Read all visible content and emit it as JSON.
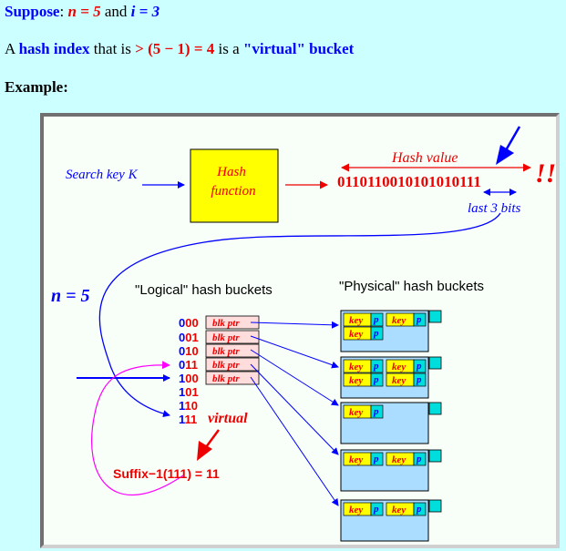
{
  "line1": {
    "suppose": "Suppose",
    "colon": ": ",
    "n_eq": "n = 5",
    "and": " and ",
    "i_eq": "i = 3"
  },
  "line2": {
    "a": "A ",
    "hash_index": "hash index",
    "that_is": " that is ",
    "condition": "> (5 − 1) = 4",
    "is_a": " is a ",
    "virtual_bucket": "\"virtual\" bucket"
  },
  "line3": {
    "example": "Example:"
  },
  "diagram": {
    "search_key": "Search key K",
    "hash_function_line1": "Hash",
    "hash_function_line2": "function",
    "hash_value_label": "Hash value",
    "hash_bits": "011011001010101011",
    "hash_bits_tail": "1",
    "exclaim": "!!",
    "last_bits_label": "last 3 bits",
    "n_label": "n = 5",
    "logical_title": "\"Logical\" hash buckets",
    "physical_title": "\"Physical\" hash buckets",
    "index_rows": [
      {
        "prefix": "0",
        "suffix": "00",
        "ptr": "blk ptr"
      },
      {
        "prefix": "0",
        "suffix": "01",
        "ptr": "blk ptr"
      },
      {
        "prefix": "0",
        "suffix": "10",
        "ptr": "blk ptr"
      },
      {
        "prefix": "0",
        "suffix": "11",
        "ptr": "blk ptr"
      },
      {
        "prefix": "1",
        "suffix": "00",
        "ptr": "blk ptr"
      },
      {
        "prefix": "1",
        "suffix": "01",
        "ptr": ""
      },
      {
        "prefix": "1",
        "suffix": "10",
        "ptr": ""
      },
      {
        "prefix": "1",
        "suffix": "11",
        "ptr": ""
      }
    ],
    "virtual_label": "virtual",
    "suffix_formula": "Suffix−1(111) = 11",
    "key_label": "key",
    "p_label": "p"
  },
  "colors": {
    "background": "#ccffff",
    "blue": "#0000ff",
    "red": "#ee0000",
    "hash_box": "#ffff00",
    "bucket_fill": "#aaddff",
    "logical_fill": "#ffdddd",
    "magenta": "#ff00ff",
    "key_fill": "#ffff00",
    "pointer_fill": "#00dddd"
  },
  "buckets": [
    {
      "records": [
        [
          1,
          1
        ],
        [
          1,
          0
        ]
      ]
    },
    {
      "records": [
        [
          1,
          1
        ],
        [
          1,
          1
        ]
      ]
    },
    {
      "records": [
        [
          1,
          0
        ],
        [
          0,
          0
        ]
      ]
    },
    {
      "records": [
        [
          1,
          1
        ],
        [
          0,
          0
        ]
      ]
    },
    {
      "records": [
        [
          1,
          1
        ],
        [
          0,
          0
        ]
      ]
    }
  ]
}
